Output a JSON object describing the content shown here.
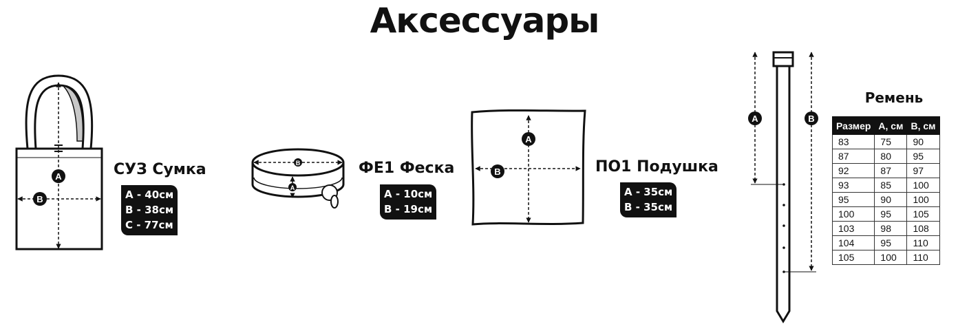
{
  "title": "Аксессуары",
  "items": [
    {
      "code_name": "СУЗ Сумка",
      "dims": [
        "А - 40см",
        "В - 38см",
        "С - 77см"
      ],
      "markers": [
        "A",
        "B"
      ]
    },
    {
      "code_name": "ФЕ1 Феска",
      "dims": [
        "А - 10см",
        "В - 19см"
      ],
      "markers": [
        "B",
        "A"
      ]
    },
    {
      "code_name": "ПО1 Подушка",
      "dims": [
        "А - 35см",
        "В - 35см"
      ],
      "markers": [
        "A",
        "B"
      ]
    }
  ],
  "belt": {
    "title": "Ремень",
    "markers": [
      "A",
      "B"
    ],
    "headers": [
      "Размер",
      "А, см",
      "В, см"
    ],
    "rows": [
      [
        "83",
        "75",
        "90"
      ],
      [
        "87",
        "80",
        "95"
      ],
      [
        "92",
        "87",
        "97"
      ],
      [
        "93",
        "85",
        "100"
      ],
      [
        "95",
        "90",
        "100"
      ],
      [
        "100",
        "95",
        "105"
      ],
      [
        "103",
        "98",
        "108"
      ],
      [
        "104",
        "95",
        "110"
      ],
      [
        "105",
        "100",
        "110"
      ]
    ]
  }
}
